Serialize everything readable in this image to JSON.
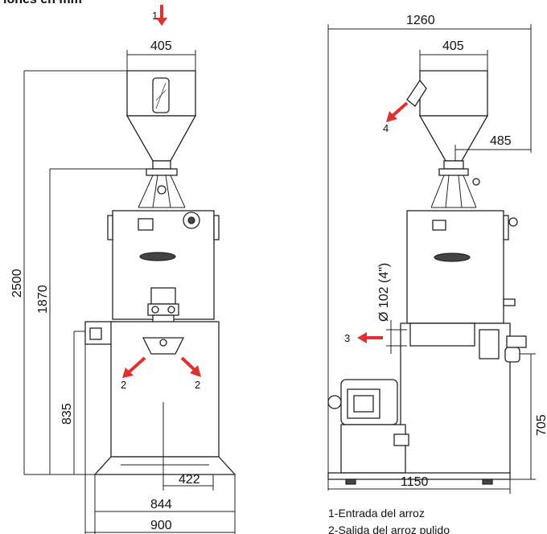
{
  "header": {
    "title_fragment": "iones en mm"
  },
  "front_view": {
    "dims": {
      "top_width": "405",
      "total_height": "2500",
      "height_1870": "1870",
      "height_835": "835",
      "width_422": "422",
      "width_844": "844",
      "width_900": "900"
    },
    "arrows": {
      "inlet": "1",
      "outlet_left": "2",
      "outlet_right": "2"
    }
  },
  "side_view": {
    "dims": {
      "total_width": "1260",
      "top_width": "405",
      "offset_485": "485",
      "pipe_diameter": "Ø 102 (4\")",
      "height_705": "705",
      "base_width": "1150"
    },
    "arrows": {
      "outlet_3": "3",
      "outlet_4": "4"
    }
  },
  "legend": {
    "items": [
      "1-Entrada del arroz",
      "2-Salida del arroz pulido"
    ]
  },
  "colors": {
    "arrow": "#e03030",
    "line": "#222222",
    "fill_dark": "#444444"
  }
}
